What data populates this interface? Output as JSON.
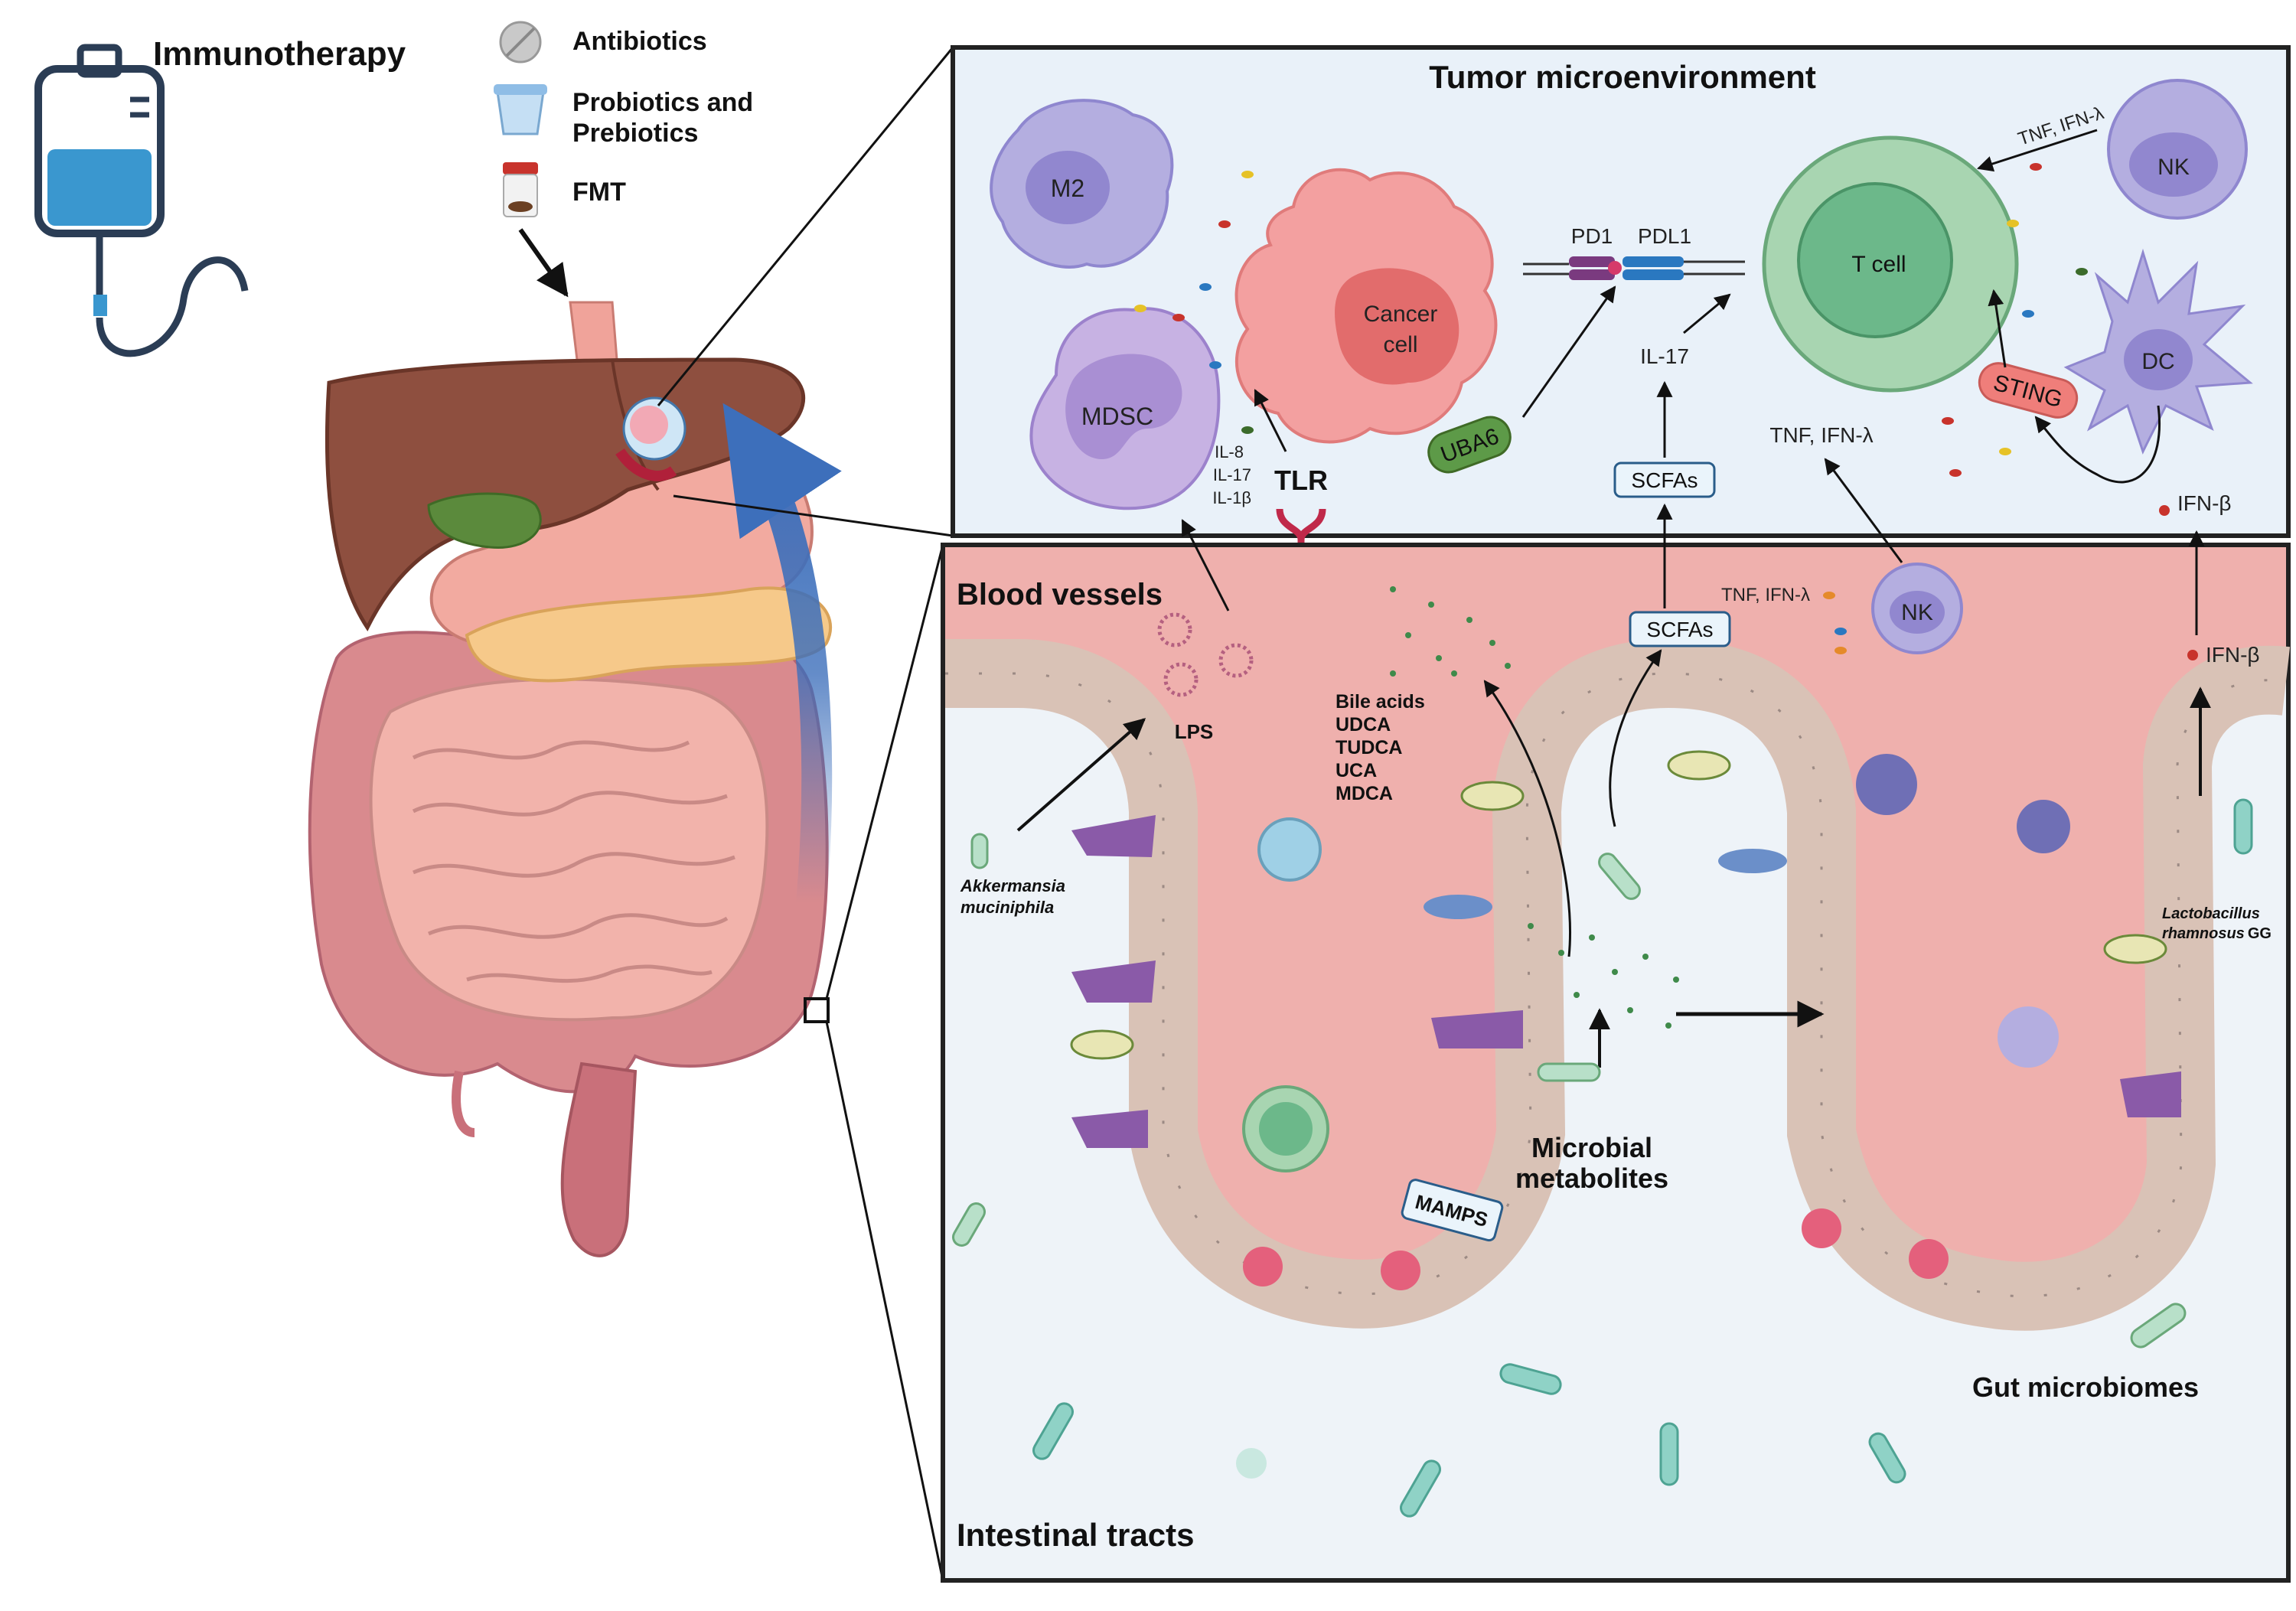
{
  "therapy": {
    "title": "Immunotherapy",
    "items": [
      "Antibiotics",
      "Probiotics and",
      "Prebiotics",
      "FMT"
    ]
  },
  "tme": {
    "title": "Tumor microenvironment",
    "cells": {
      "m2": "M2",
      "mdsc": "MDSC",
      "cancer_line1": "Cancer",
      "cancer_line2": "cell",
      "tcell": "T cell",
      "nk": "NK",
      "dc": "DC"
    },
    "labels": {
      "pd1": "PD1",
      "pdl1": "PDL1",
      "uba6": "UBA6",
      "il17": "IL-17",
      "scfas": "SCFAs",
      "sting": "STING",
      "tnf_top": "TNF, IFN-λ",
      "tnf_mid": "TNF, IFN-λ",
      "ifnb": "IFN-β",
      "cyt1": "IL-8",
      "cyt2": "IL-17",
      "cyt3": "IL-1β",
      "tlr": "TLR"
    }
  },
  "gut": {
    "blood_vessels": "Blood vessels",
    "lps": "LPS",
    "bile": [
      "Bile acids",
      "UDCA",
      "TUDCA",
      "UCA",
      "MDCA"
    ],
    "scfas": "SCFAs",
    "tnf": "TNF, IFN-λ",
    "nk": "NK",
    "ifnb": "IFN-β",
    "akk1": "Akkermansia",
    "akk2": "muciniphila",
    "lacto1": "Lactobacillus",
    "lacto2": "rhamnosus",
    "lacto_gg": "GG",
    "mamps": "MAMPS",
    "metab1": "Microbial",
    "metab2": "metabolites",
    "gut_microbiomes": "Gut microbiomes",
    "intestinal_tracts": "Intestinal tracts"
  },
  "colors": {
    "tme_bg": "#e9f1f9",
    "gut_bg": "#eef3f8",
    "blood": "#efb0ad",
    "cancer": "#f3a0a0",
    "tcell": "#a8d5b1",
    "tcell_nucleus": "#6cb88a",
    "purple_cell": "#b4aee0",
    "arrow_blue": "#3d6fbb",
    "uba6": "#5d9a48",
    "sting": "#ef7e7a"
  }
}
